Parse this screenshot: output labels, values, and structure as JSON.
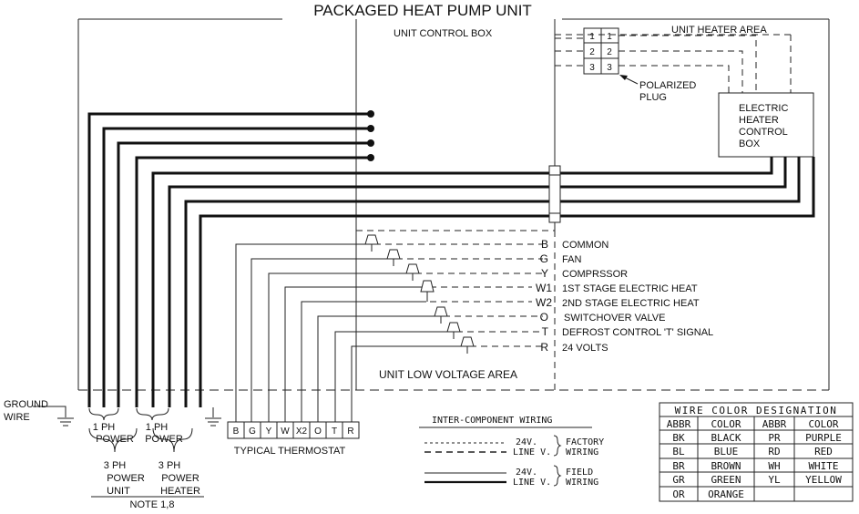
{
  "title": "PACKAGED HEAT PUMP UNIT",
  "areas": {
    "control_box": "UNIT CONTROL BOX",
    "heater_area": "UNIT HEATER AREA",
    "low_voltage": "UNIT LOW VOLTAGE AREA"
  },
  "polarized_plug": {
    "label_line1": "POLARIZED",
    "label_line2": "PLUG",
    "pins_left": [
      "1",
      "2",
      "3"
    ],
    "pins_right": [
      "1",
      "2",
      "3"
    ]
  },
  "heater_box": {
    "line1": "ELECTRIC",
    "line2": "HEATER",
    "line3": "CONTROL",
    "line4": "BOX"
  },
  "terminals": [
    {
      "code": "B",
      "desc": "COMMON"
    },
    {
      "code": "G",
      "desc": "FAN"
    },
    {
      "code": "Y",
      "desc": "COMPRSSOR"
    },
    {
      "code": "W1",
      "desc": "1ST STAGE ELECTRIC HEAT"
    },
    {
      "code": "W2",
      "desc": "2ND STAGE ELECTRIC HEAT"
    },
    {
      "code": "O",
      "desc": "SWITCHOVER VALVE"
    },
    {
      "code": "T",
      "desc": "DEFROST CONTROL 'T' SIGNAL"
    },
    {
      "code": "R",
      "desc": "24 VOLTS"
    }
  ],
  "ground": {
    "line1": "GROUND",
    "line2": "WIRE"
  },
  "power": {
    "ph1_unit_line1": "1 PH",
    "ph1_unit_line2": "POWER",
    "ph1_heater_line1": "1 PH",
    "ph1_heater_line2": "POWER",
    "ph3_unit_line1": "3 PH",
    "ph3_unit_line2": "POWER",
    "ph3_unit_line3": "UNIT",
    "ph3_heater_line1": "3 PH",
    "ph3_heater_line2": "POWER",
    "ph3_heater_line3": "HEATER",
    "note": "NOTE 1,8"
  },
  "thermostat": {
    "terminals": [
      "B",
      "G",
      "Y",
      "W",
      "X2",
      "O",
      "T",
      "R"
    ],
    "label": "TYPICAL THERMOSTAT"
  },
  "legend": {
    "title": "INTER-COMPONENT WIRING",
    "factory_24v": "24V.",
    "factory_linev": "LINE V.",
    "factory_label1": "FACTORY",
    "factory_label2": "WIRING",
    "field_24v": "24V.",
    "field_linev": "LINE V.",
    "field_label1": "FIELD",
    "field_label2": "WIRING"
  },
  "wire_colors": {
    "title": "WIRE COLOR DESIGNATION",
    "headers": [
      "ABBR",
      "COLOR",
      "ABBR",
      "COLOR"
    ],
    "rows": [
      [
        "BK",
        "BLACK",
        "PR",
        "PURPLE"
      ],
      [
        "BL",
        "BLUE",
        "RD",
        "RED"
      ],
      [
        "BR",
        "BROWN",
        "WH",
        "WHITE"
      ],
      [
        "GR",
        "GREEN",
        "YL",
        "YELLOW"
      ],
      [
        "OR",
        "ORANGE",
        "",
        ""
      ]
    ]
  }
}
